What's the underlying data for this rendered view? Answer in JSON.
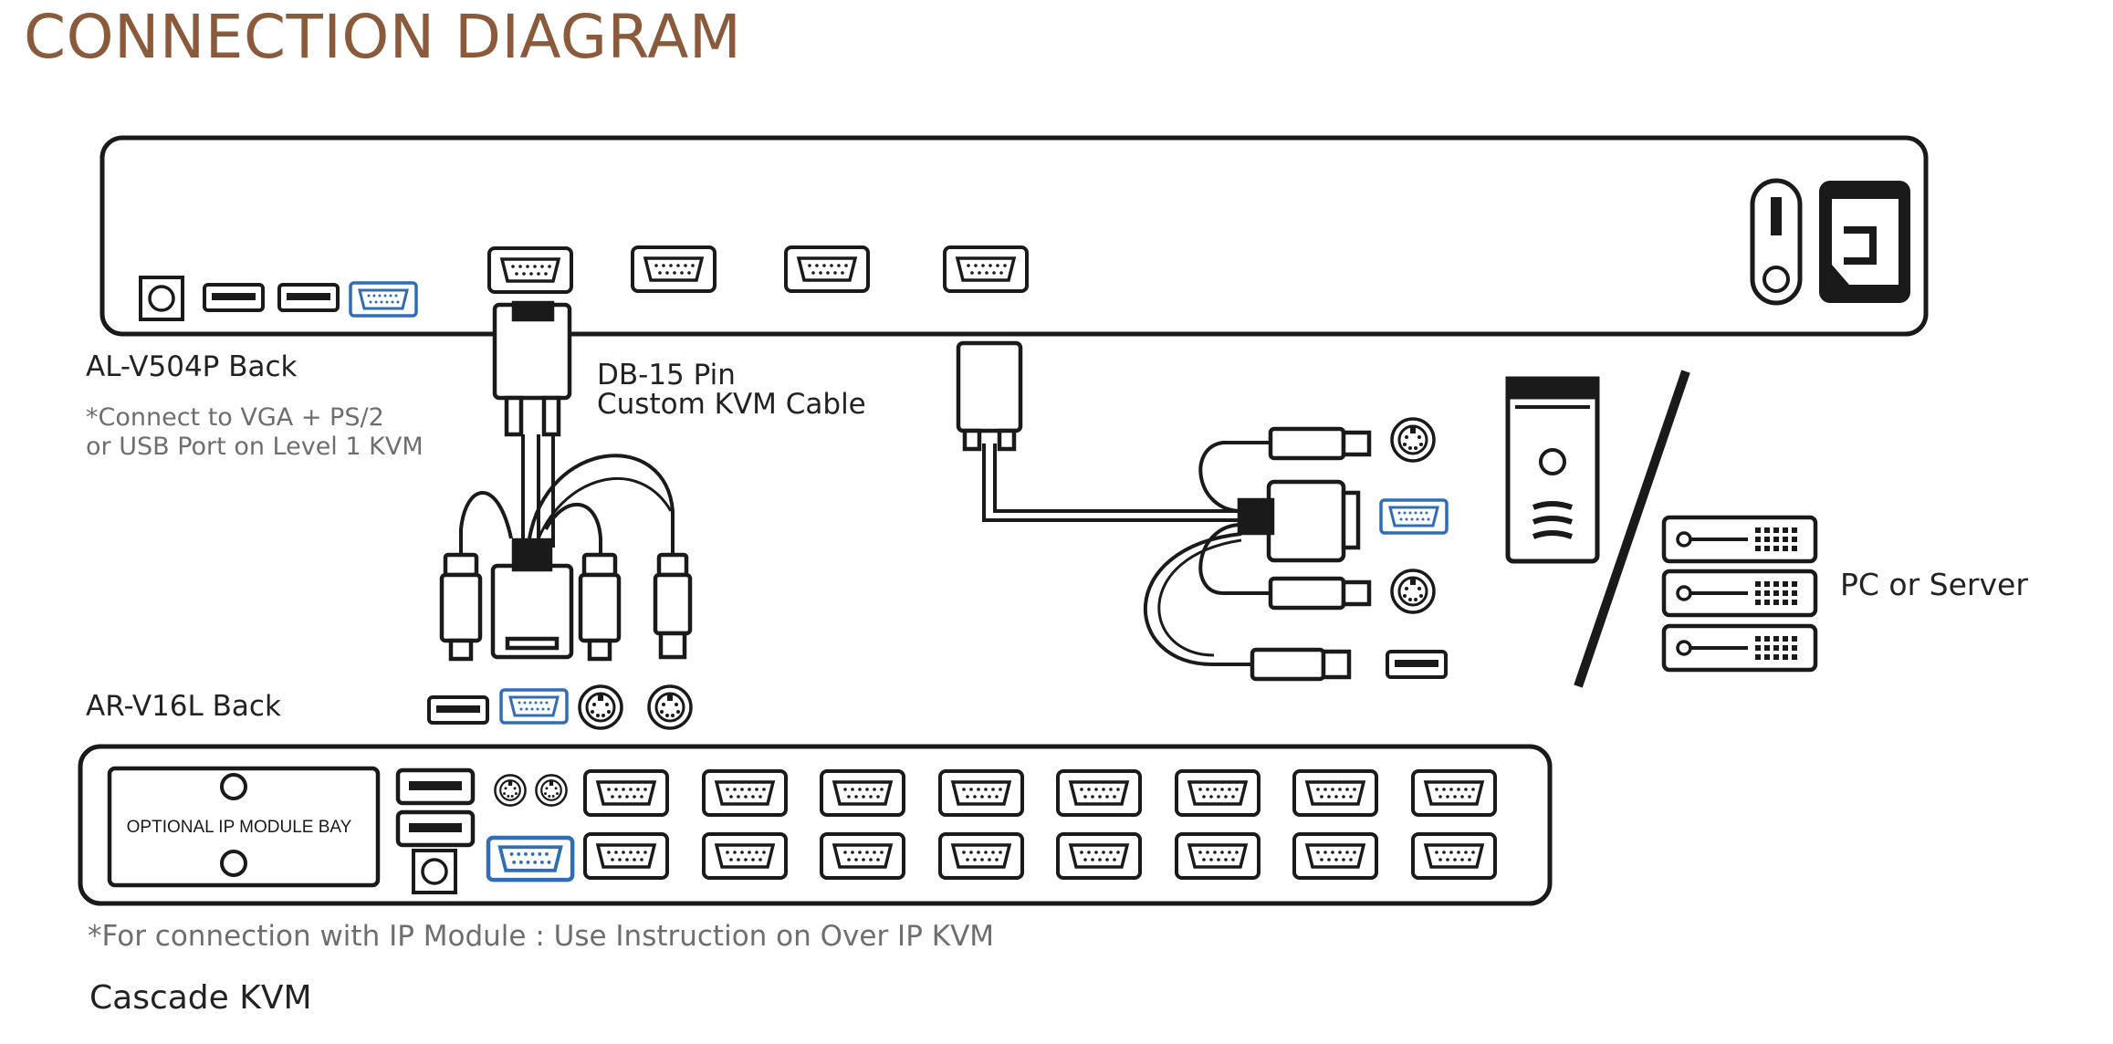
{
  "title": "CONNECTION DIAGRAM",
  "upper_unit": {
    "label": "AL-V504P Back",
    "note_line1": "*Connect to VGA + PS/2",
    "note_line2": "or USB Port on Level 1 KVM"
  },
  "cable": {
    "line1": "DB-15 Pin",
    "line2": "Custom KVM Cable"
  },
  "target": {
    "label": "PC or Server"
  },
  "lower_unit": {
    "label": "AR-V16L Back",
    "module_bay": "OPTIONAL IP MODULE BAY",
    "note": "*For connection with IP Module : Use Instruction on Over IP KVM",
    "footer": "Cascade KVM"
  },
  "colors": {
    "title": "#8a5a3a",
    "outline": "#1a1a1a",
    "highlight_port": "#2f6db5",
    "note_text": "#6e6e6e"
  }
}
